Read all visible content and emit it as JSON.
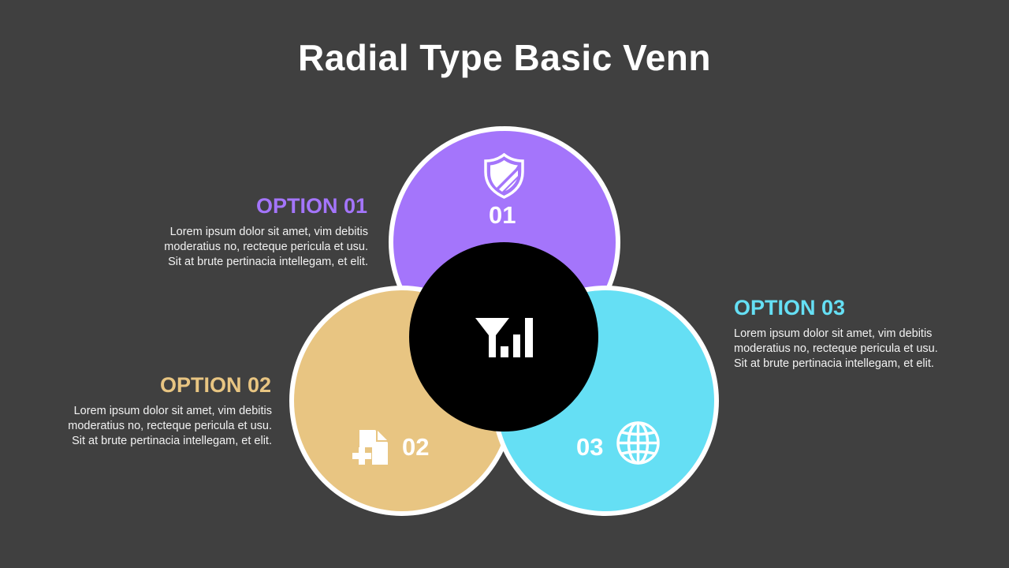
{
  "title": "Radial Type Basic Venn",
  "colors": {
    "background": "#404040",
    "option1": "#a475fb",
    "option2": "#e8c582",
    "option3": "#65dff4",
    "center": "#000000",
    "border": "#ffffff"
  },
  "circles": [
    {
      "number": "01",
      "icon": "shield-icon",
      "color": "#a475fb"
    },
    {
      "number": "02",
      "icon": "add-document-icon",
      "color": "#e8c582"
    },
    {
      "number": "03",
      "icon": "globe-icon",
      "color": "#65dff4"
    }
  ],
  "center": {
    "icon": "filter-chart-icon"
  },
  "options": [
    {
      "title": "OPTION 01",
      "lines": [
        "Lorem ipsum dolor sit amet, vim debitis",
        "moderatius no, recteque pericula et usu.",
        "Sit at brute pertinacia intellegam, et elit."
      ]
    },
    {
      "title": "OPTION 02",
      "lines": [
        "Lorem ipsum dolor sit amet, vim debitis",
        "moderatius no, recteque pericula et usu.",
        "Sit at brute pertinacia intellegam, et elit."
      ]
    },
    {
      "title": "OPTION 03",
      "lines": [
        "Lorem ipsum dolor sit amet, vim debitis",
        "moderatius no, recteque pericula et usu.",
        "Sit at brute pertinacia intellegam, et elit."
      ]
    }
  ]
}
